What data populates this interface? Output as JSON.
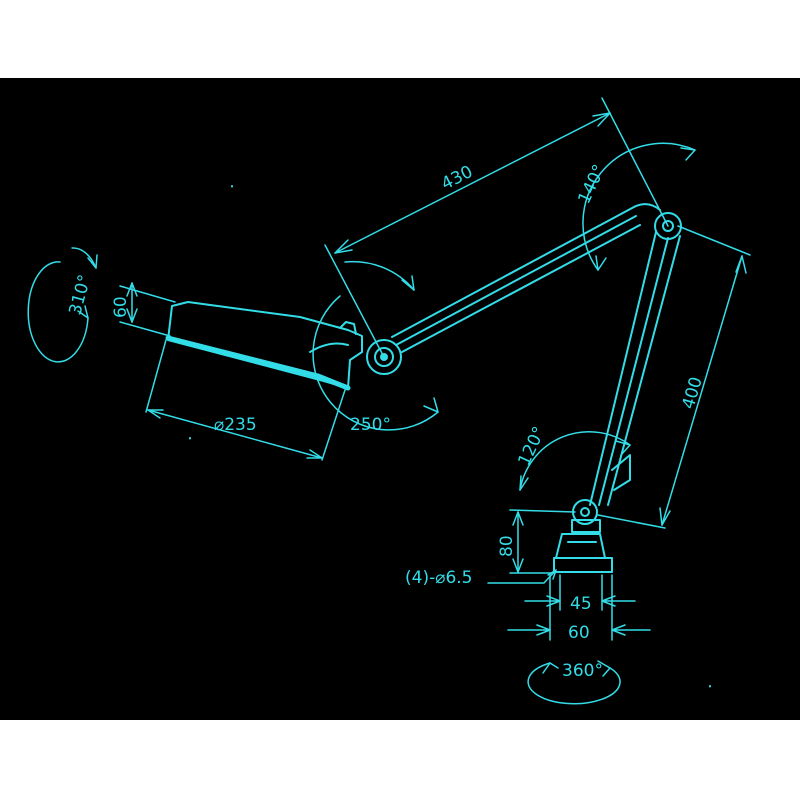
{
  "colors": {
    "background": "#000000",
    "line": "#33dde8",
    "frame": "#ffffff"
  },
  "labels": {
    "arm_length_upper": "430",
    "arm_length_lower": "400",
    "angle_elbow": "140°",
    "angle_head": "250°",
    "angle_shade_rotation": "310°",
    "shade_height": "60",
    "shade_diameter": "⌀235",
    "angle_base_joint": "120°",
    "base_height": "80",
    "mount_holes": "(4)-⌀6.5",
    "base_inner_width": "45",
    "base_outer_width": "60",
    "base_rotation": "360°"
  }
}
